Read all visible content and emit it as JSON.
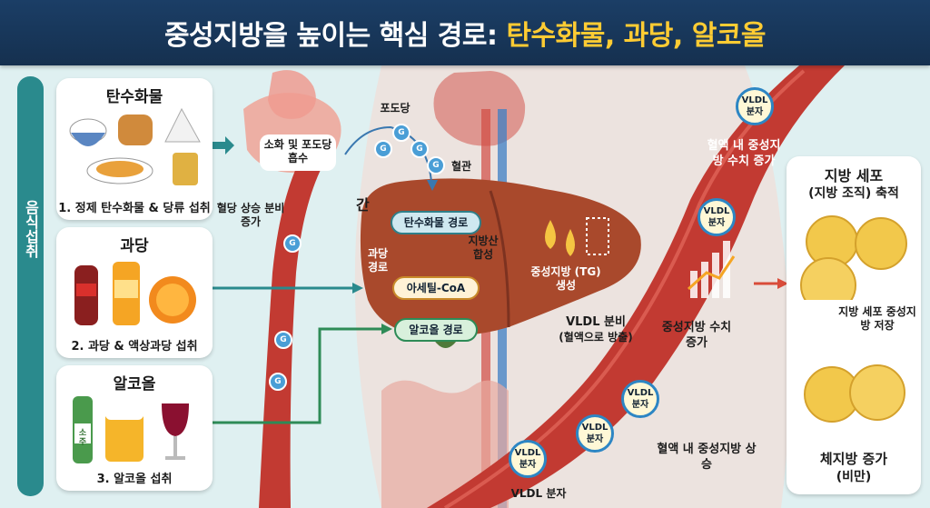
{
  "title": {
    "main": "중성지방을 높이는 핵심 경로:",
    "highlight": "탄수화물, 과당, 알코올"
  },
  "side_label": "음식섭취",
  "panels": {
    "carb": {
      "title": "탄수화물",
      "caption": "1. 정제 탄수화물 & 당류 섭취"
    },
    "fructose": {
      "title": "과당",
      "caption": "2. 과당 & 액상과당 섭취"
    },
    "alcohol": {
      "title": "알코올",
      "caption": "3. 알코올 섭취",
      "soju_label": "소주"
    }
  },
  "digestion": {
    "absorb": "소화 및 포도당 흡수",
    "blood_sugar": "혈당 상승 분비 증가",
    "glucose": "포도당",
    "glucose_symbol": "G",
    "blood_vessel": "혈관"
  },
  "liver": {
    "title": "간",
    "carb_path": "탄수화물 경로",
    "fructose_path": "과당 경로",
    "acetyl": "아세틸-CoA",
    "alcohol_path": "알코올 경로",
    "fatty_acid": "지방산 합성",
    "tg": "중성지방 (TG) 생성"
  },
  "vldl": {
    "secretion": "VLDL 분비",
    "secretion_sub": "(혈액으로 방출)",
    "molecule": "VLDL 분자",
    "particle": "VLDL 분자"
  },
  "blood": {
    "tg_rise_top": "혈액 내 중성지방 수치 증가",
    "tg_rise_mid": "중성지방 수치 증가",
    "tg_rise_bottom": "혈액 내 중성지방 상승"
  },
  "fat": {
    "title": "지방 세포",
    "subtitle": "(지방 조직) 축적",
    "store": "지방 세포 중성지방 저장",
    "result": "체지방 증가",
    "result_sub": "(비만)"
  },
  "colors": {
    "banner": "#1b3e66",
    "highlight": "#ffcc33",
    "teal": "#2a8a8d",
    "vessel": "#c23a32",
    "liver": "#a9492c",
    "fat": "#f2c84b"
  }
}
